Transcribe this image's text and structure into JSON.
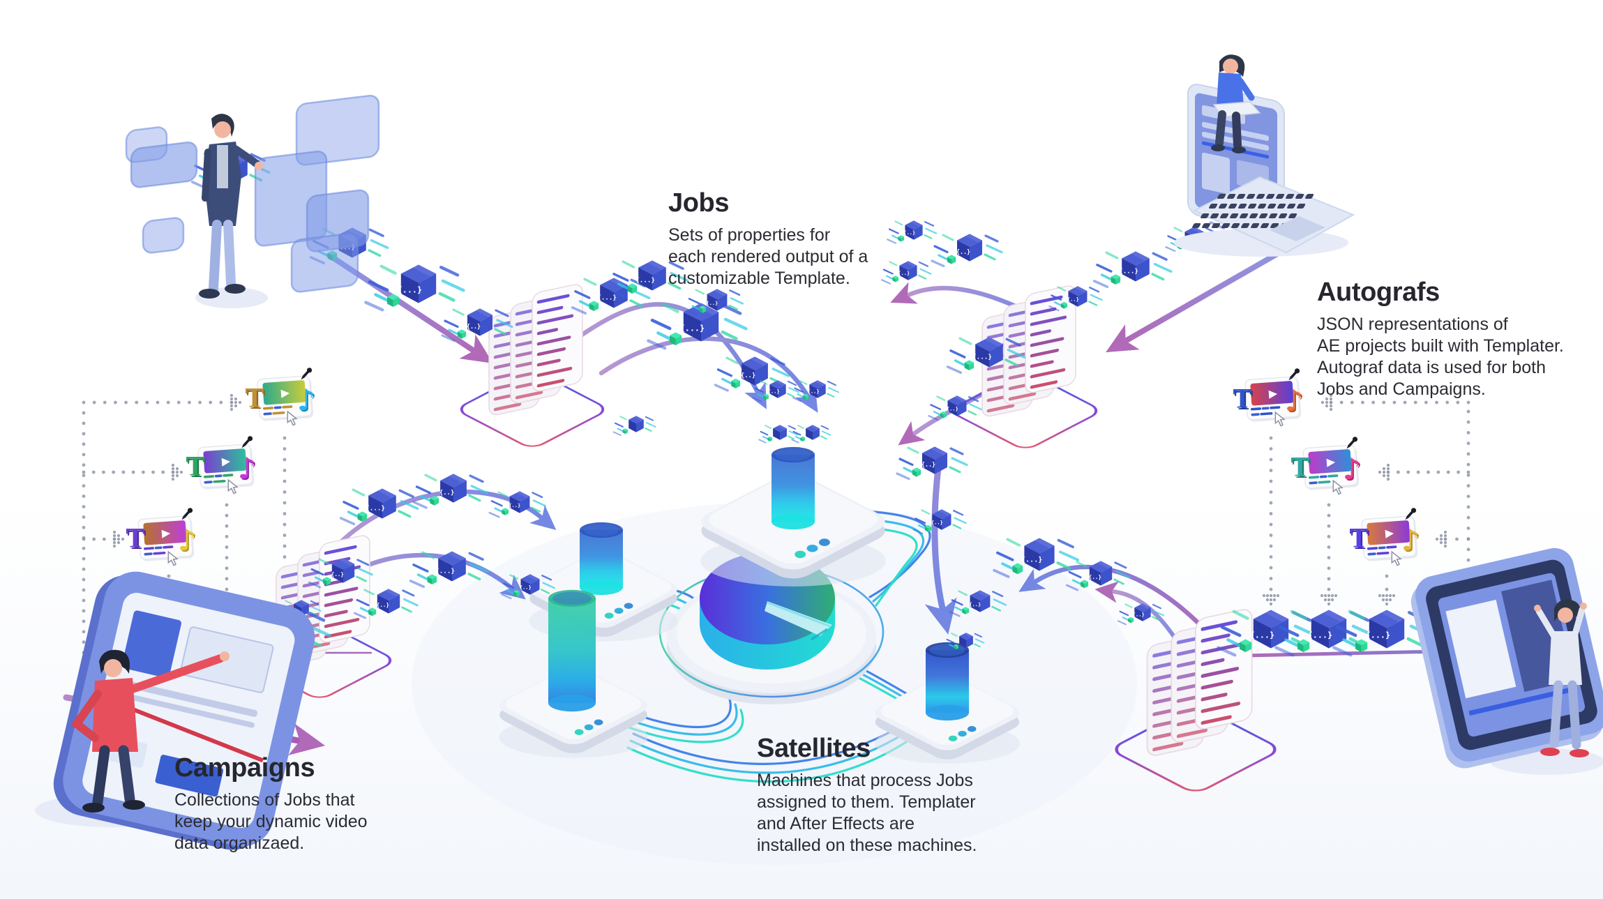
{
  "sections": {
    "jobs": {
      "title": "Jobs",
      "description": "Sets of properties for\neach rendered output of a\ncustomizable Template."
    },
    "autografs": {
      "title": "Autografs",
      "description": "JSON representations of\nAE projects built with Templater.\nAutograf data is used for both\nJobs and Campaigns."
    },
    "campaigns": {
      "title": "Campaigns",
      "description": "Collections of Jobs that\nkeep your dynamic video\ndata organizaed."
    },
    "satellites": {
      "title": "Satellites",
      "description": "Machines that process Jobs\nassigned to them. Templater\nand After Effects are\ninstalled on these machines."
    }
  },
  "glyphs": {
    "json_cube": "{...}",
    "json_cube_small": "{..}",
    "play": "▶",
    "note": "♪",
    "letter_t": "T"
  },
  "colors": {
    "heading_text": "#26262e",
    "body_text": "#2b2b33",
    "cube_top": "#4d60d4",
    "cube_left": "#2b39a6",
    "cube_right": "#3d53cc",
    "green_cube": "#2fd898",
    "arrow_blue": "#7487e2",
    "arrow_purple": "#b06ab8",
    "cylinder_blue": "#4272d2",
    "cylinder_cyan": "#1fe8e6",
    "cylinder_teal": "#3ed0a8",
    "pie_violet": "#5a2fd8",
    "pie_blue": "#3a6fe0",
    "pie_green": "#2fae72",
    "platform_gray": "#eef1f7",
    "doc_line_top": "#6a4fd8",
    "doc_line_bottom": "#c9506e",
    "dotted_gray": "#9298a8",
    "trace_blue": "#3a7de8",
    "trace_cyan": "#2fb9e8",
    "trace_teal": "#28dcc8"
  },
  "template_icons": {
    "left": [
      {
        "name": "template-icon-gold",
        "t_color": "#c09136",
        "t_shade": "#8a6820",
        "note_color": "#29b6ea",
        "note_shade": "#1a8ab8",
        "video_from": "#2ea98c",
        "video_to": "#c8cd3b"
      },
      {
        "name": "template-icon-green",
        "t_color": "#2fa564",
        "t_shade": "#1f7a46",
        "note_color": "#c439d6",
        "note_shade": "#9722a8",
        "video_from": "#7a3fd1",
        "video_to": "#2fbf9a"
      },
      {
        "name": "template-icon-purple",
        "t_color": "#6a3fd0",
        "t_shade": "#4c2a9e",
        "note_color": "#e3c93a",
        "note_shade": "#b89a20",
        "video_from": "#b5722e",
        "video_to": "#bd3fd8"
      }
    ],
    "right": [
      {
        "name": "template-icon-blue",
        "t_color": "#2f55c9",
        "t_shade": "#203c96",
        "note_color": "#e8703a",
        "note_shade": "#b84e20",
        "video_from": "#d8434b",
        "video_to": "#5a3fd8"
      },
      {
        "name": "template-icon-teal",
        "t_color": "#2fa8a0",
        "t_shade": "#1f7a74",
        "note_color": "#e83a8c",
        "note_shade": "#b82468",
        "video_from": "#c13ac9",
        "video_to": "#2f8fd8"
      },
      {
        "name": "template-icon-indigo",
        "t_color": "#5a3fe0",
        "t_shade": "#3f2aae",
        "note_color": "#e8b43a",
        "note_shade": "#b88a20",
        "video_from": "#d87a3a",
        "video_to": "#8c3ad8"
      }
    ]
  }
}
